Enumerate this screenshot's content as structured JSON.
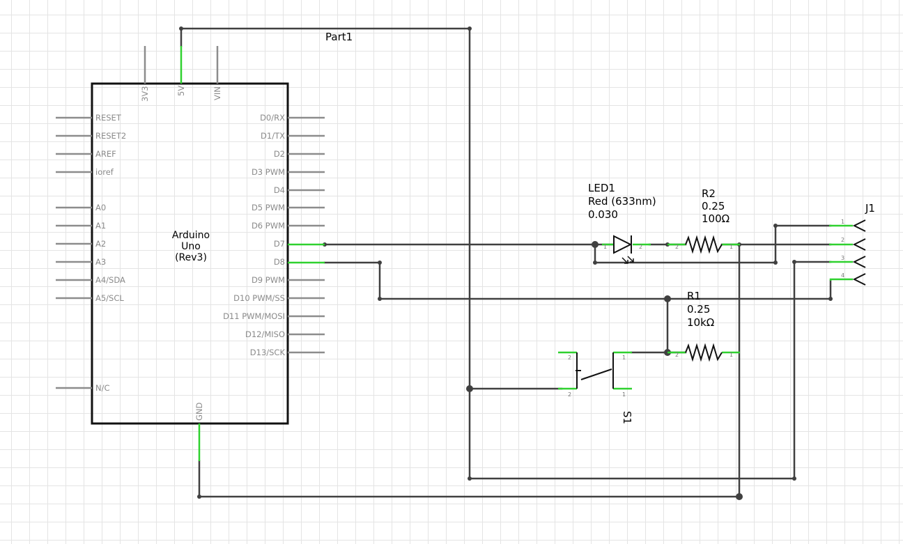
{
  "arduino": {
    "name": "Arduino",
    "model": "Uno",
    "rev": "(Rev3)",
    "part_label": "Part1",
    "top_pins": [
      "3V3",
      "5V",
      "VIN"
    ],
    "bottom_pin": "GND",
    "left_pins": [
      "RESET",
      "RESET2",
      "AREF",
      "ioref",
      "A0",
      "A1",
      "A2",
      "A3",
      "A4/SDA",
      "A5/SCL",
      "N/C"
    ],
    "right_pins": [
      "D0/RX",
      "D1/TX",
      "D2",
      "D3 PWM",
      "D4",
      "D5 PWM",
      "D6 PWM",
      "D7",
      "D8",
      "D9 PWM",
      "D10 PWM/SS",
      "D11 PWM/MOSI",
      "D12/MISO",
      "D13/SCK"
    ]
  },
  "led1": {
    "name": "LED1",
    "color": "Red (633nm)",
    "value": "0.030",
    "pin_a": "1",
    "pin_b": "2"
  },
  "r2": {
    "name": "R2",
    "power": "0.25",
    "resistance": "100Ω",
    "pin_a": "2",
    "pin_b": "1"
  },
  "r1": {
    "name": "R1",
    "power": "0.25",
    "resistance": "10kΩ",
    "pin_a": "2",
    "pin_b": "1"
  },
  "s1": {
    "name": "S1",
    "pins": [
      "2",
      "1",
      "2",
      "1"
    ]
  },
  "j1": {
    "name": "J1",
    "pins": [
      "1",
      "2",
      "3",
      "4"
    ]
  },
  "colors": {
    "wire": "#404040",
    "pin_connected": "#2fd12f",
    "pin_idle": "#8c8c8c",
    "grid": "#e4e4e4"
  }
}
